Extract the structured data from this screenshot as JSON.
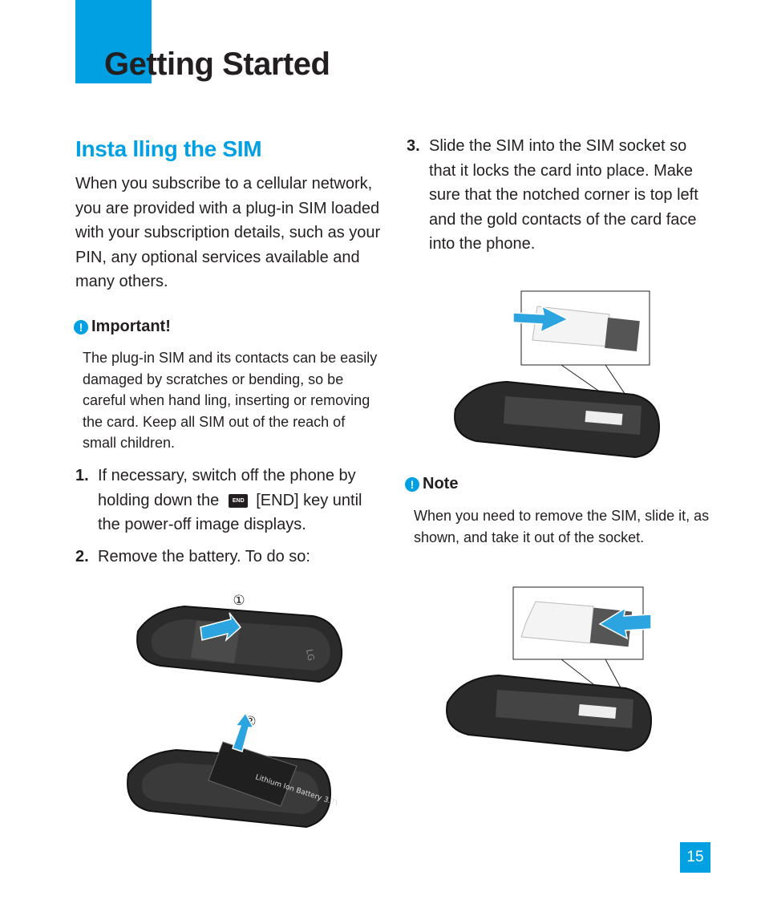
{
  "header": {
    "chapter_title": "Getting Started"
  },
  "section": {
    "title": "Insta lling the SIM",
    "intro": "When you subscribe to a cellular network, you are provided with a plug-in SIM loaded with your subscription details, such as your PIN, any optional services available and many others."
  },
  "important": {
    "icon": "!",
    "label": "Important!",
    "text": "The plug-in SIM and its contacts can be easily damaged by scratches or bending, so be careful when hand ling, inserting or removing the card. Keep all SIM out of the reach of small children."
  },
  "steps": [
    {
      "num": "1.",
      "text_before": "If necessary, switch off the phone by holding down the",
      "key_label": "END",
      "text_after": "[END] key until the power-off image displays."
    },
    {
      "num": "2.",
      "text": "Remove the battery. To do so:"
    },
    {
      "num": "3.",
      "text": "Slide the SIM into the SIM socket so that it locks the card into place. Make sure that the notched corner is top left and the gold contacts of the card face into the phone."
    }
  ],
  "figures": {
    "battery_step_1": "①",
    "battery_step_2": "②",
    "battery_label": "Lithium Ion Battery 3.7V",
    "phone_logo": "LG"
  },
  "note": {
    "icon": "!",
    "label": "Note",
    "text": "When you need to remove the SIM, slide it, as shown, and take it out of the socket."
  },
  "page_number": "15",
  "colors": {
    "accent": "#00a0e3",
    "text": "#231f20"
  }
}
